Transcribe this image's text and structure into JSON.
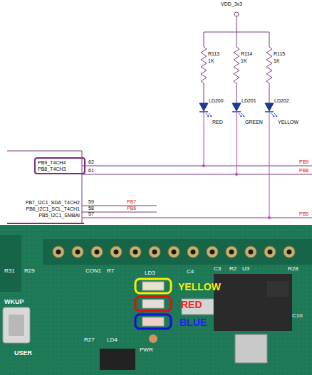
{
  "diagram": {
    "nodes": [
      {
        "text": [
          "PB9_T4CH4",
          "PB8_T4CH3"
        ]
      }
    ],
    "labels": [
      "VDD_3v3",
      "R113",
      "1K",
      "R114",
      "1K",
      "R115",
      "1K",
      "LD200",
      "LD201",
      "LD202",
      "RED",
      "GREEN",
      "YELLOW",
      "62",
      "61",
      "59",
      "58",
      "57",
      "PB7_I2C1_SDA_T4CH2",
      "PB6_I2C1_SCL_T4CH1",
      "PB5_I2C1_SMBAI",
      "PB7",
      "PB6",
      "PB9",
      "PB8",
      "PB5",
      "R31",
      "R29",
      "CON1",
      "R7",
      "LD3",
      "C4",
      "C3",
      "R2",
      "U3",
      "R28",
      "C10",
      "R27",
      "LD4",
      "PWR",
      "WKUP",
      "USER",
      "YELLOW",
      "RED",
      "BLUE"
    ]
  }
}
